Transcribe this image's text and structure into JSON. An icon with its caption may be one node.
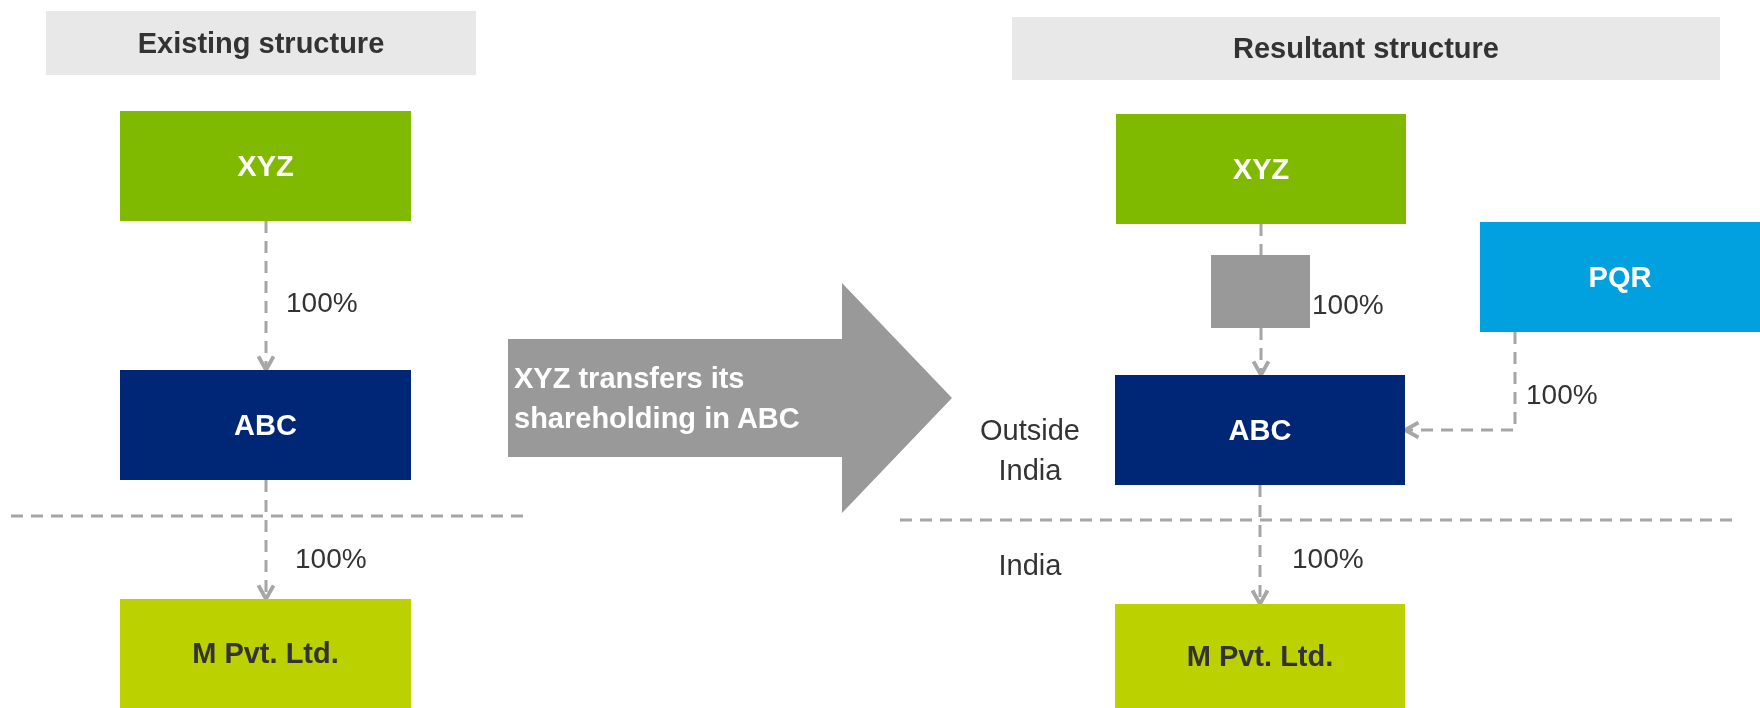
{
  "diagram": {
    "nodes": [
      {
        "text": [
          "Existing structure"
        ]
      },
      {
        "text": [
          "XYZ"
        ]
      },
      {
        "text": [
          "ABC"
        ]
      },
      {
        "text": [
          "M Pvt. Ltd."
        ]
      },
      {
        "text": [
          "XYZ transfers its shareholding in ABC"
        ]
      },
      {
        "text": [
          "Resultant structure"
        ]
      },
      {
        "text": [
          "XYZ"
        ]
      },
      {
        "text": [],
        "shape": "box"
      },
      {
        "text": [
          "PQR"
        ]
      },
      {
        "text": [
          "ABC"
        ]
      },
      {
        "text": [
          "M Pvt. Ltd."
        ]
      }
    ],
    "edges": [
      {
        "from": 1,
        "to": 2,
        "arrow": "to",
        "label": "100%",
        "style": "dashed"
      },
      {
        "from": 2,
        "to": 3,
        "arrow": "to",
        "label": "100%",
        "style": "dashed"
      },
      {
        "from": 6,
        "to": 7,
        "arrow": "none",
        "style": "dashed"
      },
      {
        "from": 7,
        "to": 9,
        "arrow": "to",
        "label": "100%",
        "style": "dashed"
      },
      {
        "from": 8,
        "to": 9,
        "arrow": "to",
        "label": "100%",
        "style": "dashed"
      },
      {
        "from": 9,
        "to": 10,
        "arrow": "to",
        "label": "100%",
        "style": "dashed"
      }
    ],
    "labels": [
      "Outside India",
      "India"
    ]
  }
}
